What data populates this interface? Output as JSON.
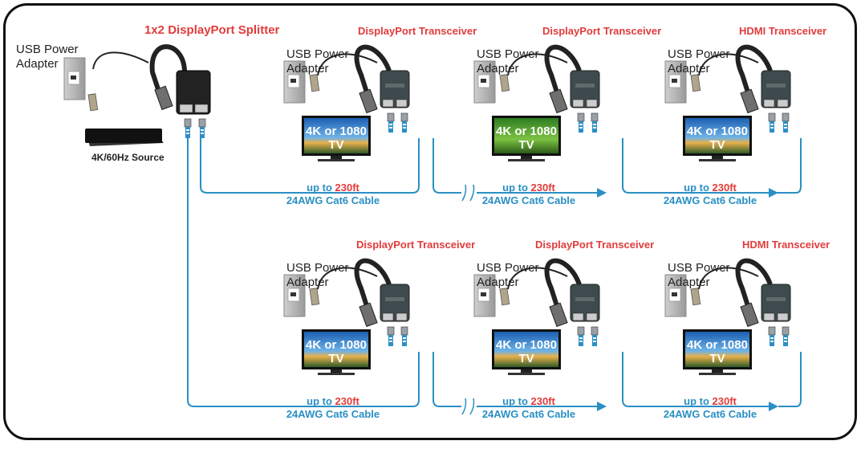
{
  "splitter": {
    "title": "1x2 DisplayPort Splitter",
    "adapter_label": [
      "USB Power",
      "Adapter"
    ],
    "source_label": "4K/60Hz Source"
  },
  "receivers": [
    {
      "title": "DisplayPort Transceiver",
      "adapter": [
        "USB Power",
        "Adapter"
      ],
      "tv": [
        "4K or 1080",
        "TV"
      ],
      "tv_style": "blue"
    },
    {
      "title": "DisplayPort Transceiver",
      "adapter": [
        "USB Power",
        "Adapter"
      ],
      "tv": [
        "4K or 1080",
        "TV"
      ],
      "tv_style": "green"
    },
    {
      "title": "HDMI Transceiver",
      "adapter": [
        "USB Power",
        "Adapter"
      ],
      "tv": [
        "4K or 1080",
        "TV"
      ],
      "tv_style": "blue"
    },
    {
      "title": "DisplayPort Transceiver",
      "adapter": [
        "USB Power",
        "Adapter"
      ],
      "tv": [
        "4K or 1080",
        "TV"
      ],
      "tv_style": "blue"
    },
    {
      "title": "DisplayPort Transceiver",
      "adapter": [
        "USB Power",
        "Adapter"
      ],
      "tv": [
        "4K or 1080",
        "TV"
      ],
      "tv_style": "blue"
    },
    {
      "title": "HDMI Transceiver",
      "adapter": [
        "USB Power",
        "Adapter"
      ],
      "tv": [
        "4K or 1080",
        "TV"
      ],
      "tv_style": "blue"
    }
  ],
  "cable": {
    "prefix": "up to",
    "distance": "230ft",
    "type": "24AWG Cat6 Cable"
  },
  "colors": {
    "cable_blue": "#2a8fc4",
    "title_red": "#e23b3b",
    "frame": "#111111"
  }
}
